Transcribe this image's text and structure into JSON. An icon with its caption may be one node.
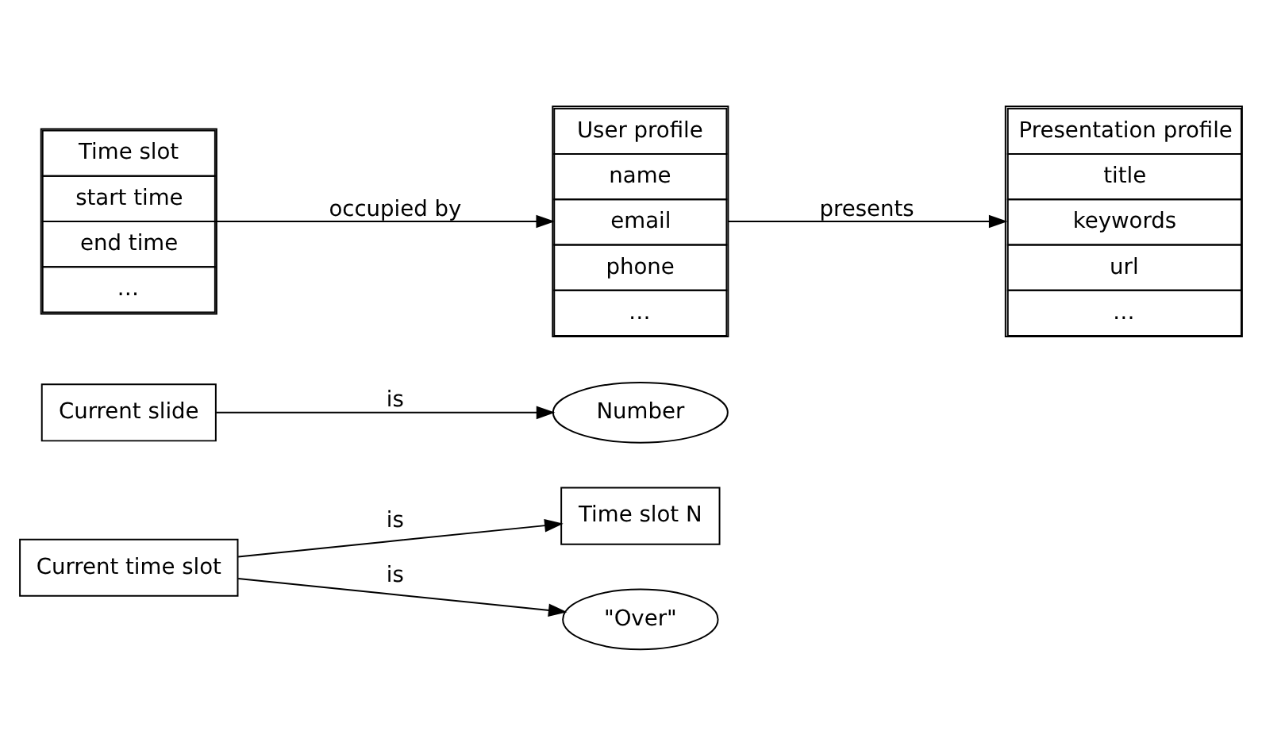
{
  "diagram": {
    "nodes": [
      {
        "text": [
          "Current time slot"
        ]
      },
      {
        "text": [
          "Time slot N"
        ]
      },
      {
        "text": [
          "\"Over\""
        ]
      },
      {
        "text": [
          "Current slide"
        ]
      },
      {
        "text": [
          "Number"
        ]
      },
      {
        "text": [
          "Time slot",
          "start time",
          "end time",
          "…"
        ]
      },
      {
        "text": [
          "User profile",
          "name",
          "email",
          "phone",
          "…"
        ]
      },
      {
        "text": [
          "Presentation profile",
          "title",
          "keywords",
          "url",
          "…"
        ]
      }
    ],
    "edges": [
      {
        "from": 0,
        "to": 1,
        "arrow": "to",
        "label": "is"
      },
      {
        "from": 0,
        "to": 2,
        "arrow": "to",
        "label": "is"
      },
      {
        "from": 3,
        "to": 4,
        "arrow": "to",
        "label": "is"
      },
      {
        "from": 5,
        "to": 6,
        "arrow": "to",
        "label": "occupied by"
      },
      {
        "from": 6,
        "to": 7,
        "arrow": "to",
        "label": "presents"
      }
    ]
  }
}
